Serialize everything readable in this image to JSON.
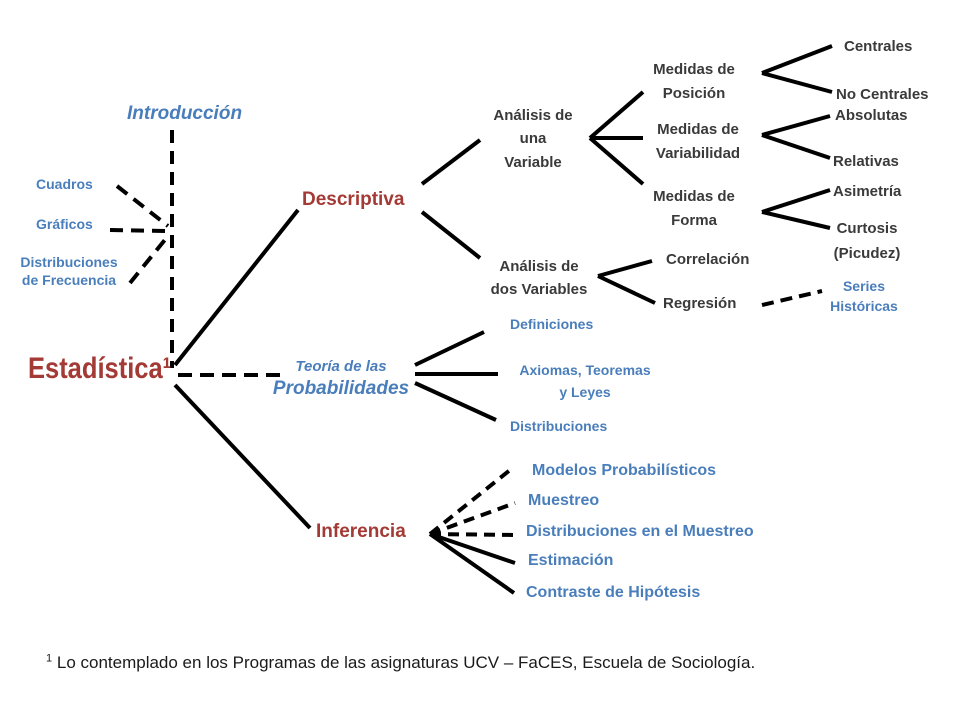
{
  "root": "Estadística¹",
  "introduccion": {
    "title": "Introducción",
    "items": [
      "Cuadros",
      "Gráficos",
      "Distribuciones",
      "de Frecuencia"
    ]
  },
  "descriptiva": {
    "title": "Descriptiva",
    "una_variable": [
      "Análisis de",
      "una",
      "Variable"
    ],
    "posicion": [
      "Medidas de",
      "Posición"
    ],
    "centrales": "Centrales",
    "no_centrales": "No Centrales",
    "variabilidad": [
      "Medidas de",
      "Variabilidad"
    ],
    "absolutas": "Absolutas",
    "relativas": "Relativas",
    "forma": [
      "Medidas de",
      "Forma"
    ],
    "asimetria": "Asimetría",
    "curtosis": [
      "Curtosis",
      "(Picudez)"
    ],
    "dos_variables": [
      "Análisis de",
      "dos Variables"
    ],
    "correlacion": "Correlación",
    "regresion": "Regresión",
    "series": [
      "Series",
      "Históricas"
    ]
  },
  "probabilidades": {
    "title": [
      "Teoría de las",
      "Probabilidades"
    ],
    "items": [
      "Definiciones",
      "Axiomas, Teoremas",
      "y Leyes",
      "Distribuciones"
    ]
  },
  "inferencia": {
    "title": "Inferencia",
    "items": [
      "Modelos Probabilísticos",
      "Muestreo",
      "Distribuciones en el Muestreo",
      "Estimación",
      "Contraste de Hipótesis"
    ]
  },
  "footnote": {
    "mark": "1",
    "text": "Lo contemplado en los Programas de las asignaturas UCV – FaCES, Escuela de Sociología."
  },
  "colors": {
    "red": "#a33a35",
    "blue": "#4a7ebb",
    "dark": "#3a3a3a",
    "line": "#000000"
  }
}
